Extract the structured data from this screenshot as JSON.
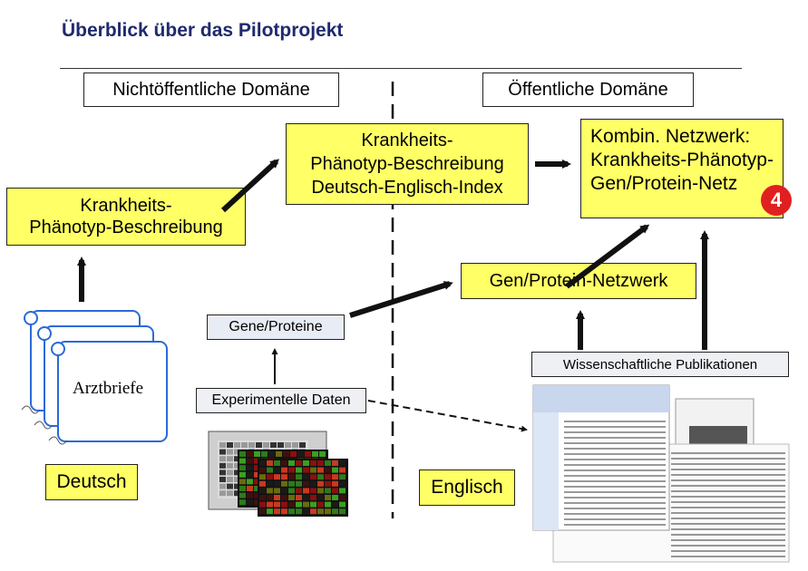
{
  "header": {
    "title": "Überblick über das Pilotprojekt"
  },
  "domains": {
    "private": "Nichtöffentliche Domäne",
    "public": "Öffentliche Domäne"
  },
  "boxes": {
    "phenotype_de": [
      "Krankheits-",
      "Phänotyp-Beschreibung"
    ],
    "phenotype_index": [
      "Krankheits-",
      "Phänotyp-Beschreibung",
      "Deutsch-Englisch-Index"
    ],
    "combined_network": [
      "Kombin. Netzwerk:",
      "Krankheits-Phänotyp-",
      "Gen/Protein-Netz"
    ],
    "network_badge": "4",
    "gene_network": "Gen/Protein-Netzwerk",
    "gene_proteins": "Gene/Proteine",
    "publications": "Wissenschaftliche Publikationen",
    "experimental": "Experimentelle Daten",
    "doctor_letters": "Arztbriefe",
    "german": "Deutsch",
    "english": "Englisch"
  },
  "colors": {
    "title": "#1f2a6e",
    "yellow": "#ffff66",
    "doc_blue": "#2a6ad8",
    "badge_red": "#e02020"
  }
}
